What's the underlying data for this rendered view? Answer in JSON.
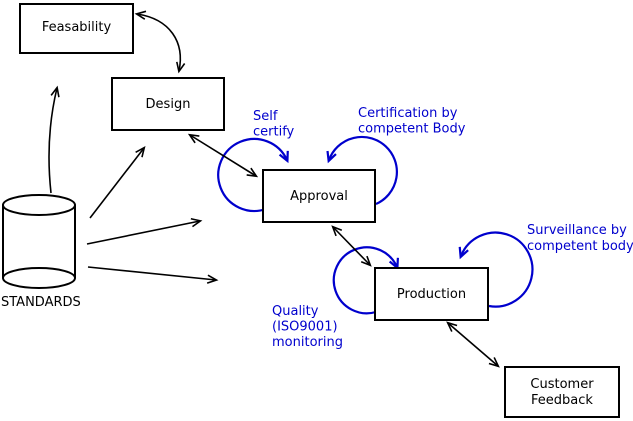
{
  "diagram": {
    "background": "#ffffff",
    "line_color": "#000000",
    "accent_color": "#0000cd",
    "nodes": {
      "feasability": {
        "label": "Feasability",
        "shape": "rect"
      },
      "design": {
        "label": "Design",
        "shape": "rect"
      },
      "approval": {
        "label": "Approval",
        "shape": "rect"
      },
      "production": {
        "label": "Production",
        "shape": "rect"
      },
      "customer_feedback": {
        "line1": "Customer",
        "line2": "Feedback",
        "shape": "rect"
      },
      "standards": {
        "label": "STANDARDS",
        "shape": "cylinder"
      }
    },
    "annotations": {
      "self_certify": {
        "line1": "Self",
        "line2": "certify"
      },
      "certification": {
        "line1": "Certification by",
        "line2": "competent Body"
      },
      "surveillance": {
        "line1": "Surveillance by",
        "line2": "competent body"
      },
      "quality_monitoring": {
        "line1": "Quality",
        "line2": "(ISO9001)",
        "line3": "monitoring"
      }
    },
    "edges": [
      {
        "from": "standards",
        "to": "feasability",
        "type": "arrow",
        "color": "black"
      },
      {
        "from": "standards",
        "to": "design",
        "type": "arrow",
        "color": "black"
      },
      {
        "from": "standards",
        "to": "approval",
        "type": "arrow",
        "color": "black"
      },
      {
        "from": "standards",
        "to": "production",
        "type": "arrow",
        "color": "black"
      },
      {
        "from": "feasability",
        "to": "design",
        "type": "double-arrow",
        "color": "black"
      },
      {
        "from": "design",
        "to": "approval",
        "type": "double-arrow",
        "color": "black"
      },
      {
        "from": "approval",
        "to": "production",
        "type": "double-arrow",
        "color": "black"
      },
      {
        "from": "production",
        "to": "customer_feedback",
        "type": "double-arrow",
        "color": "black"
      },
      {
        "node": "approval",
        "side": "left",
        "type": "self-loop",
        "label": "Self certify",
        "color": "blue"
      },
      {
        "node": "approval",
        "side": "right",
        "type": "self-loop",
        "label": "Certification by competent Body",
        "color": "blue"
      },
      {
        "node": "production",
        "side": "left",
        "type": "self-loop",
        "label": "Quality (ISO9001) monitoring",
        "color": "blue"
      },
      {
        "node": "production",
        "side": "right",
        "type": "self-loop",
        "label": "Surveillance by competent body",
        "color": "blue"
      }
    ]
  }
}
